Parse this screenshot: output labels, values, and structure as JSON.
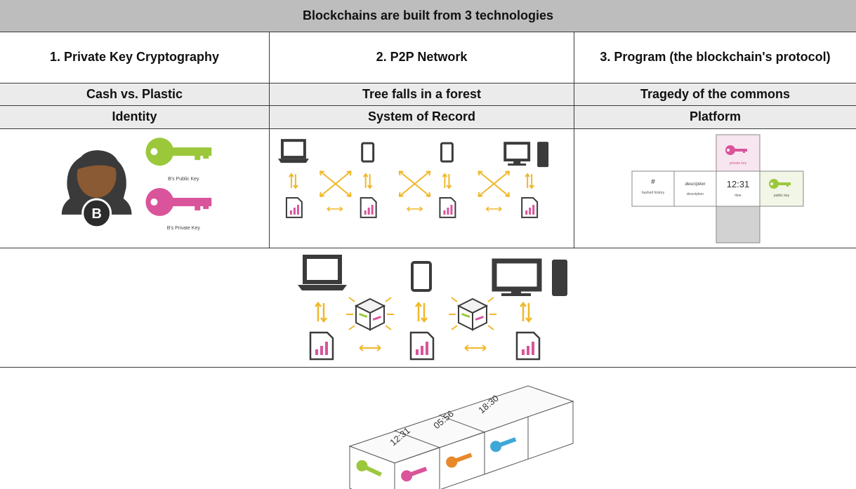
{
  "title": "Blockchains are built from 3 technologies",
  "columns": [
    {
      "heading": "1. Private Key Cryptography",
      "analogy": "Cash vs. Plastic",
      "role": "Identity"
    },
    {
      "heading": "2. P2P Network",
      "analogy": "Tree falls in a forest",
      "role": "System of Record"
    },
    {
      "heading": "3. Program (the blockchain's protocol)",
      "analogy": "Tragedy of the commons",
      "role": "Platform"
    }
  ],
  "identity": {
    "avatar_letter": "B",
    "public_key_label": "B's Public Key",
    "private_key_label": "B's Private Key"
  },
  "platform_block": {
    "private_key_label": "private key",
    "hash_symbol": "#",
    "hash_label": "hashed history",
    "description_script": "description",
    "description_label": "description",
    "time_value": "12:31",
    "time_label": "time",
    "public_key_label": "public key"
  },
  "chain_times": [
    "12:31",
    "05:56",
    "18:30"
  ],
  "colors": {
    "public_key": "#9bc83b",
    "private_key": "#d9549a",
    "orange_key": "#e8882b",
    "blue_key": "#3fa8d8",
    "arrow": "#f0b82a",
    "document_bars": "#d9549a",
    "device": "#3b3b3b"
  }
}
